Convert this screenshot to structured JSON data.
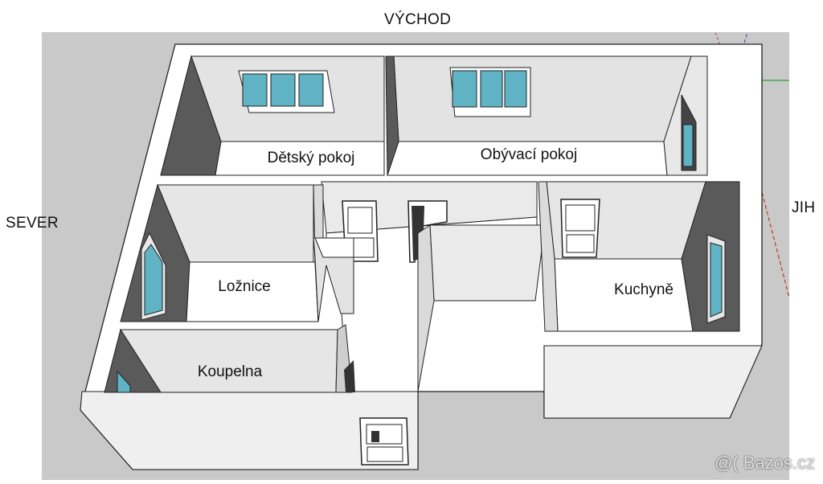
{
  "compass": {
    "east": "VÝCHOD",
    "north": "SEVER",
    "south": "JIH"
  },
  "rooms": {
    "kids_room": "Dětský pokoj",
    "living_room": "Obývací pokoj",
    "bedroom": "Ložnice",
    "kitchen": "Kuchyně",
    "bathroom": "Koupelna"
  },
  "watermark": "@( Bazos.cz",
  "colors": {
    "ground": "#c9c9c9",
    "wall_top": "#ffffff",
    "wall_side": "#eeeeee",
    "wall_shadow": "#5a5a5a",
    "floor": "#ffffff",
    "glass": "#5fb3c4",
    "axis_red": "#c0392b",
    "axis_green": "#2e9e46",
    "axis_blue": "#3a55c8"
  }
}
